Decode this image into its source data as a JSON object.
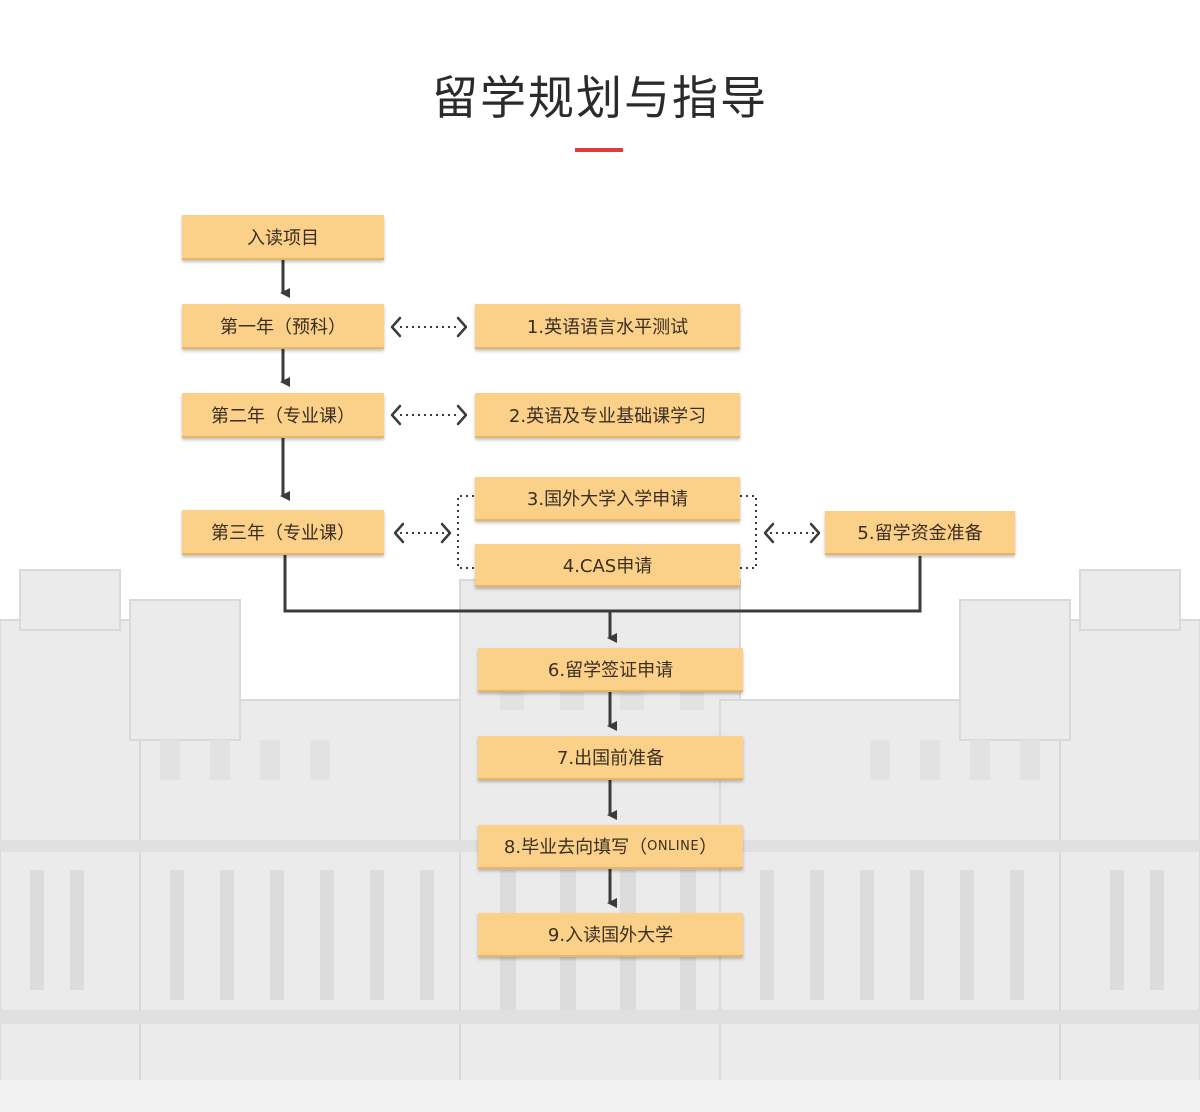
{
  "page": {
    "title": "留学规划与指导",
    "accent_color": "#e23b3b",
    "box_color": "#fbd18a",
    "line_color": "#3f3a3a"
  },
  "diagram": {
    "left_column": [
      {
        "id": "enroll",
        "label": "入读项目"
      },
      {
        "id": "year1",
        "label": "第一年（预科）"
      },
      {
        "id": "year2",
        "label": "第二年（专业课）"
      },
      {
        "id": "year3",
        "label": "第三年（专业课）"
      }
    ],
    "steps": [
      {
        "id": "s1",
        "label": "1.英语语言水平测试"
      },
      {
        "id": "s2",
        "label": "2.英语及专业基础课学习"
      },
      {
        "id": "s3",
        "label": "3.国外大学入学申请"
      },
      {
        "id": "s4",
        "label": "4.CAS申请"
      },
      {
        "id": "s5",
        "label": "5.留学资金准备"
      },
      {
        "id": "s6",
        "label": "6.留学签证申请"
      },
      {
        "id": "s7",
        "label": "7.出国前准备"
      },
      {
        "id": "s8",
        "label": "8.毕业去向填写",
        "suffix_open": "（",
        "suffix_small": "ONLINE",
        "suffix_close": "）"
      },
      {
        "id": "s9",
        "label": "9.入读国外大学"
      }
    ]
  }
}
